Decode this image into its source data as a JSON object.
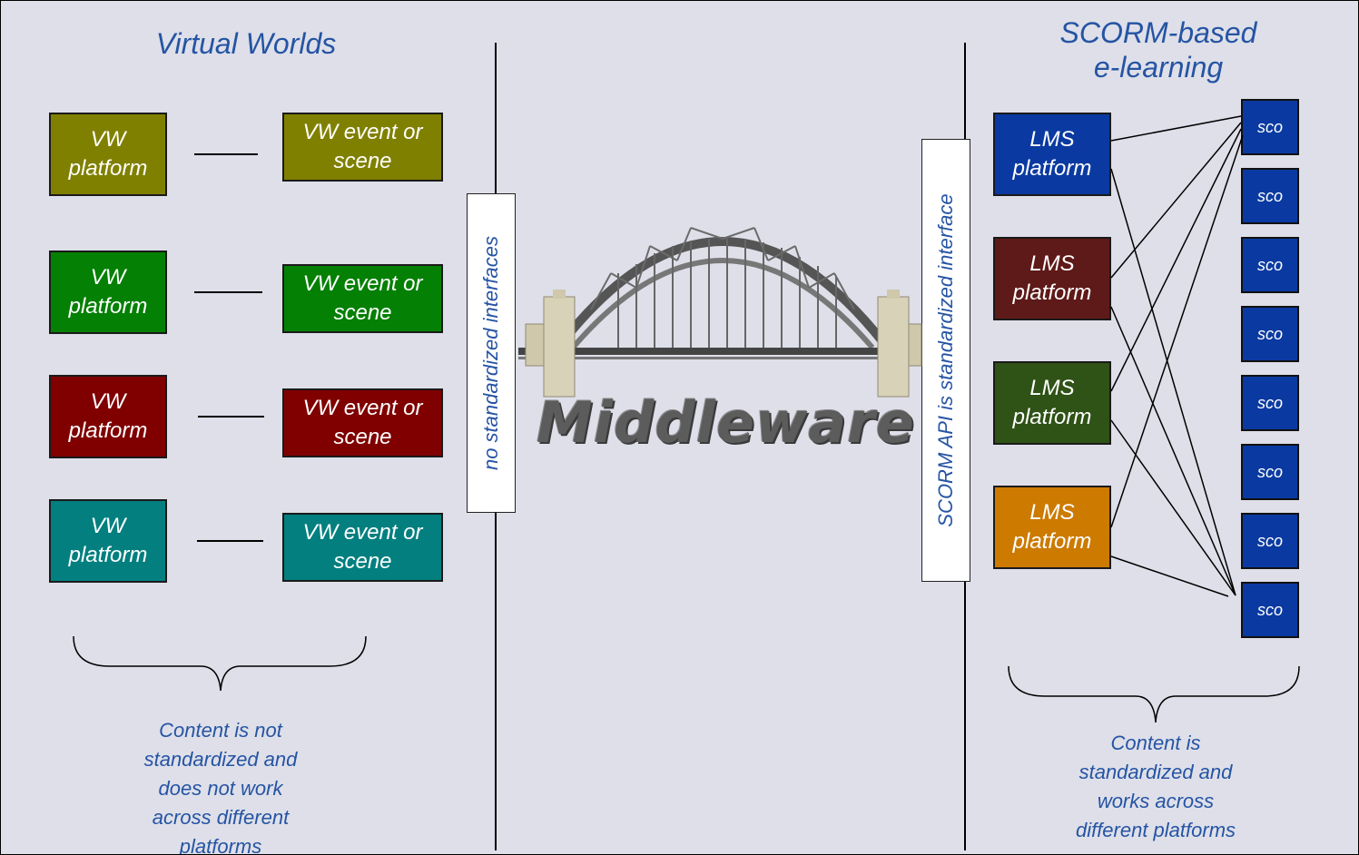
{
  "titles": {
    "left": "Virtual Worlds",
    "right": "SCORM-based\ne-learning"
  },
  "vw_rows": [
    {
      "platform": "VW\nplatform",
      "event": "VW event or\nscene",
      "color": "#808000"
    },
    {
      "platform": "VW\nplatform",
      "event": "VW event or\nscene",
      "color": "#048004"
    },
    {
      "platform": "VW\nplatform",
      "event": "VW event or\nscene",
      "color": "#800000"
    },
    {
      "platform": "VW\nplatform",
      "event": "VW event or\nscene",
      "color": "#037f7f"
    }
  ],
  "lms": [
    {
      "label": "LMS\nplatform",
      "color": "#0a3aa1"
    },
    {
      "label": "LMS\nplatform",
      "color": "#5e1a18"
    },
    {
      "label": "LMS\nplatform",
      "color": "#2f5216"
    },
    {
      "label": "LMS\nplatform",
      "color": "#cc7a00"
    }
  ],
  "sco_label": "sco",
  "sco_count": 8,
  "interfaces": {
    "left": "no standardized interfaces",
    "right": "SCORM API is standardized interface"
  },
  "middleware": "Middleware",
  "captions": {
    "left": "Content is not\nstandardized and\ndoes not work\nacross different\nplatforms",
    "right": "Content is\nstandardized and\nworks across\ndifferent platforms"
  },
  "colors": {
    "background": "#dedfe9",
    "text_blue": "#2554a3",
    "sco": "#0a3aa1"
  },
  "icons": [
    "bridge-icon"
  ]
}
